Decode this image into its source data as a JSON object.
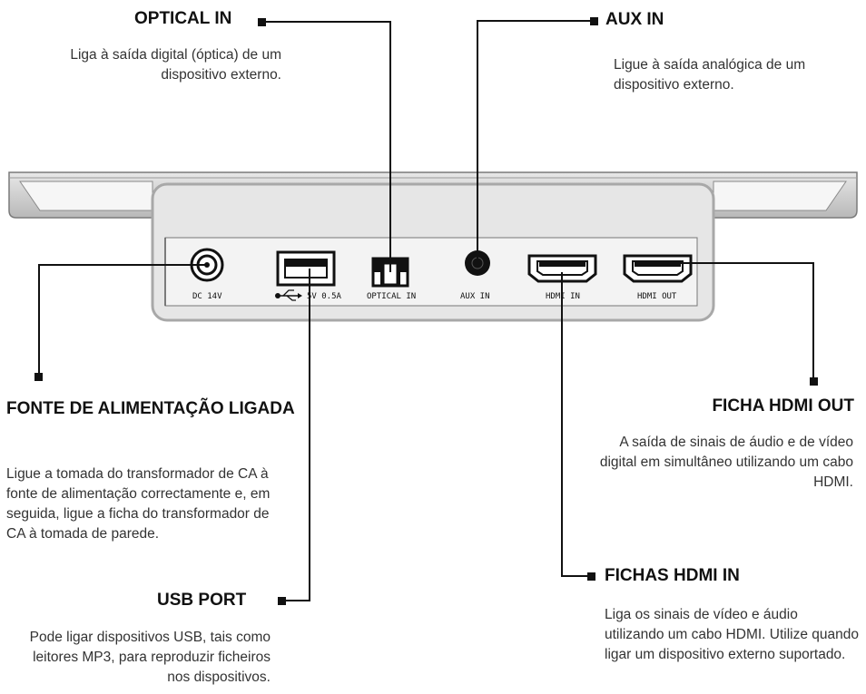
{
  "callouts": {
    "optical_in": {
      "title": "OPTICAL IN",
      "description": "Liga à saída digital (óptica) de um dispositivo externo."
    },
    "aux_in": {
      "title": "AUX IN",
      "description": "Ligue à saída analógica de um dispositivo externo."
    },
    "power": {
      "title": "FONTE DE ALIMENTAÇÃO LIGADA",
      "description": "Ligue a tomada do transformador de CA à fonte de alimentação correctamente e, em seguida, ligue a ficha do transformador de CA à tomada de parede."
    },
    "hdmi_out": {
      "title": "FICHA HDMI OUT",
      "description": "A saída de sinais de áudio e de vídeo digital em simultâneo utilizando um cabo HDMI."
    },
    "usb": {
      "title": "USB PORT",
      "description": "Pode ligar dispositivos USB, tais como leitores MP3, para reproduzir ficheiros nos dispositivos."
    },
    "hdmi_in": {
      "title": "FICHAS HDMI IN",
      "description": "Liga os sinais de vídeo e áudio utilizando um cabo HDMI. Utilize quando ligar um dispositivo externo suportado."
    }
  },
  "panel_labels": {
    "dc": "DC 14V",
    "usb": "5V 0.5A",
    "optical": "OPTICAL IN",
    "aux": "AUX IN",
    "hdmi_in": "HDMI IN",
    "hdmi_out": "HDMI OUT"
  },
  "icons": {
    "usb_symbol": "usb-icon"
  },
  "colors": {
    "line": "#111111",
    "panel_fill": "#efefef",
    "panel_stroke": "#8c8c8c",
    "bar_fill": "#dcdcdc"
  }
}
